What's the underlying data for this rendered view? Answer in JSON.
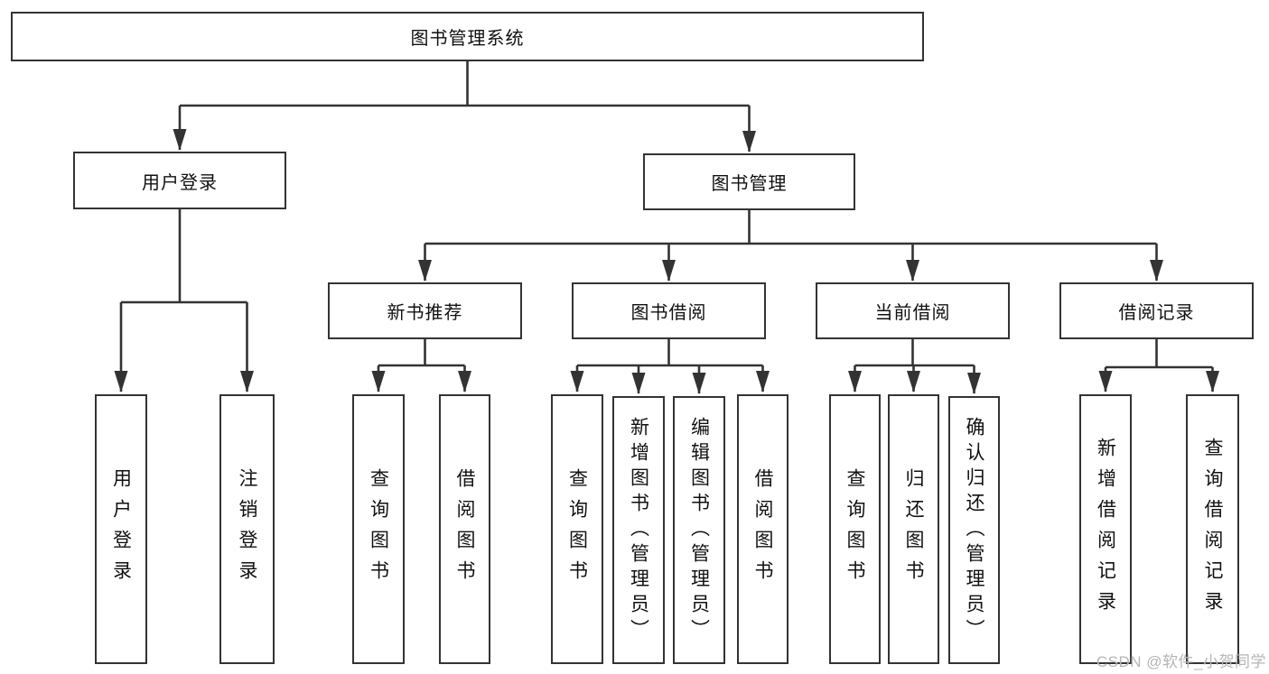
{
  "colors": {
    "line": "#333333",
    "box_border": "#333333",
    "text": "#111111",
    "background": "#ffffff",
    "watermark_text_color": "#b5b5b5"
  },
  "watermark": {
    "text": "CSDN @软件_小贺同学"
  },
  "tree": {
    "root": "图书管理系统",
    "user_login": "用户登录",
    "book_management": "图书管理",
    "new_book_recommend": "新书推荐",
    "book_borrowing": "图书借阅",
    "current_borrowing": "当前借阅",
    "borrowing_records": "借阅记录",
    "leaves": {
      "user_login_child_1": "用户登录",
      "user_login_child_2": "注销登录",
      "new_book_child_1": "查询图书",
      "new_book_child_2": "借阅图书",
      "borrowing_child_1": "查询图书",
      "borrowing_child_2": "新增图书（管理员）",
      "borrowing_child_3": "编辑图书（管理员）",
      "borrowing_child_4": "借阅图书",
      "current_child_1": "查询图书",
      "current_child_2": "归还图书",
      "current_child_3": "确认归还（管理员）",
      "records_child_1": "新增借阅记录",
      "records_child_2": "查询借阅记录"
    }
  }
}
